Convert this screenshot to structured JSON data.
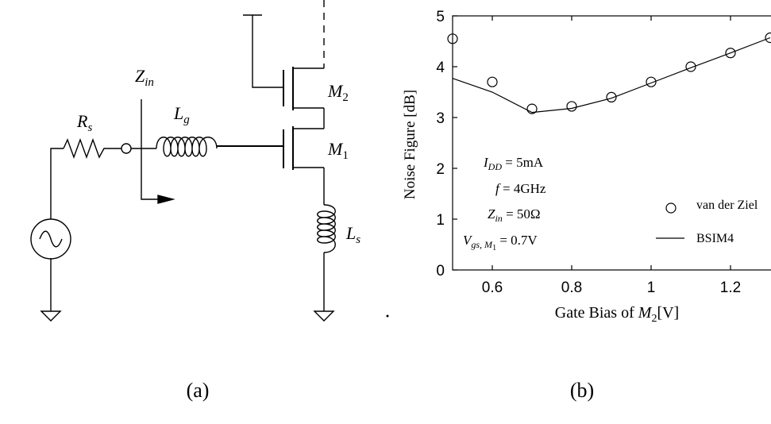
{
  "circuit": {
    "zin_label": "Z",
    "zin_sub": "in",
    "rs_label": "R",
    "rs_sub": "s",
    "lg_label": "L",
    "lg_sub": "g",
    "ls_label": "L",
    "ls_sub": "s",
    "m1_label": "M",
    "m1_sub": "1",
    "m2_label": "M",
    "m2_sub": "2",
    "caption": "(a)"
  },
  "plot": {
    "caption": "(b)",
    "conditions": [
      {
        "sym": "I",
        "sub": "DD",
        "rest": " = 5mA"
      },
      {
        "sym": "f",
        "sub": "",
        "rest": "   = 4GHz"
      },
      {
        "sym": "Z",
        "sub": "in",
        "rest": " = 50Ω"
      },
      {
        "sym": "V",
        "sub": "gs, M",
        "sub2": "1",
        "rest": " = 0.7V"
      }
    ]
  },
  "chart_data": {
    "type": "line",
    "xlabel": "Gate Bias of M2[V]",
    "xlabel_parts": {
      "pre": "Gate Bias of ",
      "sym": "M",
      "sub": "2",
      "post": "[V]"
    },
    "ylabel": "Noise Figure [dB]",
    "xlim": [
      0.5,
      1.3
    ],
    "ylim": [
      0,
      5
    ],
    "xticks": [
      "0.6",
      "0.8",
      "1",
      "1.2"
    ],
    "xtick_values": [
      0.6,
      0.8,
      1.0,
      1.2
    ],
    "yticks": [
      "0",
      "1",
      "2",
      "3",
      "4",
      "5"
    ],
    "ytick_values": [
      0,
      1,
      2,
      3,
      4,
      5
    ],
    "grid": false,
    "legend_position": "right",
    "series": [
      {
        "name": "van der Ziel",
        "marker": "circle",
        "x": [
          0.5,
          0.6,
          0.7,
          0.8,
          0.9,
          1.0,
          1.1,
          1.2,
          1.3
        ],
        "y": [
          4.55,
          3.7,
          3.17,
          3.22,
          3.4,
          3.7,
          4.0,
          4.27,
          4.57
        ]
      },
      {
        "name": "BSIM4",
        "marker": "line",
        "x": [
          0.5,
          0.6,
          0.7,
          0.8,
          0.9,
          1.0,
          1.1,
          1.2,
          1.3
        ],
        "y": [
          3.77,
          3.5,
          3.1,
          3.18,
          3.38,
          3.68,
          3.98,
          4.27,
          4.57
        ]
      }
    ]
  }
}
